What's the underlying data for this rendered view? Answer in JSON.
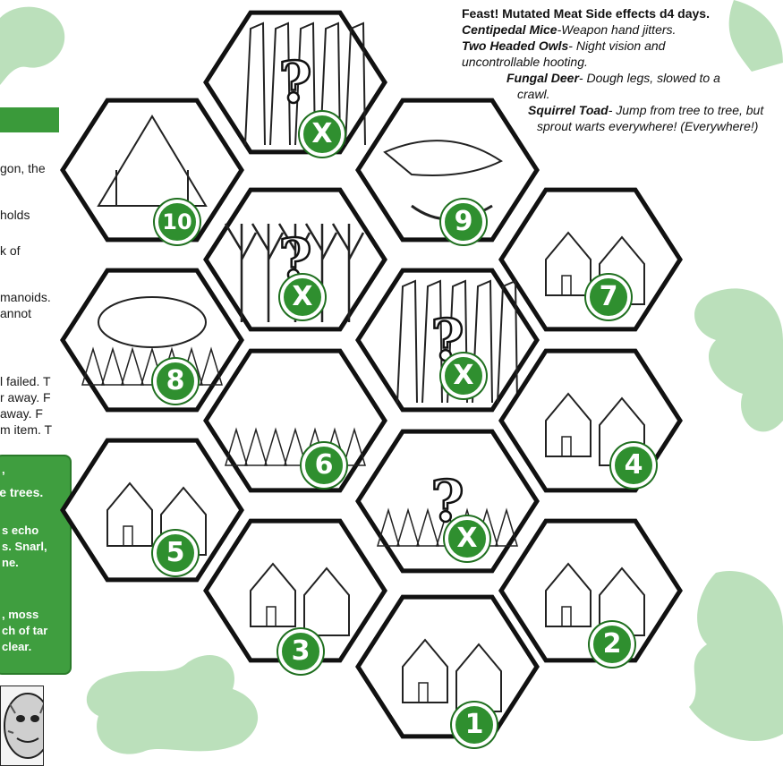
{
  "notes": {
    "title": "Feast! Mutated Meat Side effects d4 days.",
    "entries": [
      {
        "name": "Centipedal Mice",
        "effect": "-Weapon hand jitters."
      },
      {
        "name": "Two Headed Owls",
        "effect": "- Night vision and"
      },
      {
        "name": "",
        "effect": "uncontrollable hooting."
      },
      {
        "name": "Fungal Deer",
        "effect": "- Dough legs, slowed to a"
      },
      {
        "name": "",
        "effect": "crawl."
      },
      {
        "name": "Squirrel Toad",
        "effect": "- Jump from tree to tree, but"
      },
      {
        "name": "",
        "effect": "sprout warts everywhere! (Everywhere!)"
      }
    ]
  },
  "left_page": {
    "lines": [
      "gon, the",
      "holds",
      "k of",
      "manoids.",
      "annot",
      "l failed. T",
      "r away. F",
      "away. F",
      "m item. T"
    ],
    "box_lines": [
      ",",
      "the trees.",
      "s echo",
      "s. Snarl,",
      "ne.",
      ", moss",
      "ch of tar",
      "clear."
    ]
  },
  "hexes": [
    {
      "label": "?",
      "badge": "X",
      "scene": "cliffs"
    },
    {
      "label": "",
      "badge": "10",
      "scene": "temple"
    },
    {
      "label": "",
      "badge": "9",
      "scene": "lizard"
    },
    {
      "label": "?",
      "badge": "X",
      "scene": "dead-trees"
    },
    {
      "label": "",
      "badge": "7",
      "scene": "village"
    },
    {
      "label": "",
      "badge": "8",
      "scene": "crater"
    },
    {
      "label": "?",
      "badge": "X",
      "scene": "ravine"
    },
    {
      "label": "",
      "badge": "6",
      "scene": "travellers"
    },
    {
      "label": "",
      "badge": "4",
      "scene": "graveyard"
    },
    {
      "label": "",
      "badge": "5",
      "scene": "circus"
    },
    {
      "label": "?",
      "badge": "X",
      "scene": "woods"
    },
    {
      "label": "",
      "badge": "3",
      "scene": "cottage"
    },
    {
      "label": "",
      "badge": "2",
      "scene": "castle"
    },
    {
      "label": "",
      "badge": "1",
      "scene": "hamlet"
    }
  ],
  "colors": {
    "badge": "#2f8f2f",
    "accent": "#3a9a3a",
    "dragon": "#a9d8a9"
  }
}
